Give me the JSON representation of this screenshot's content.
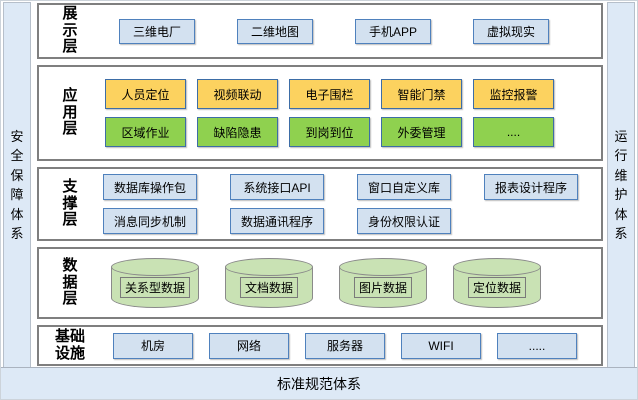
{
  "side_left": {
    "label": "安全保障体系"
  },
  "side_right": {
    "label": "运行维护体系"
  },
  "bottom_bar": {
    "label": "标准规范体系"
  },
  "layers": [
    {
      "id": "presentation",
      "label": "展示层",
      "rows": [
        [
          "三维电厂",
          "二维地图",
          "手机APP",
          "虚拟现实"
        ]
      ]
    },
    {
      "id": "application",
      "label": "应用层",
      "rows": [
        [
          "人员定位",
          "视频联动",
          "电子围栏",
          "智能门禁",
          "监控报警"
        ],
        [
          "区域作业",
          "缺陷隐患",
          "到岗到位",
          "外委管理",
          "...."
        ]
      ]
    },
    {
      "id": "support",
      "label": "支撑层",
      "rows": [
        [
          "数据库操作包",
          "系统接口API",
          "窗口自定义库",
          "报表设计程序"
        ],
        [
          "消息同步机制",
          "数据通讯程序",
          "身份权限认证"
        ]
      ]
    },
    {
      "id": "data",
      "label": "数据层",
      "cylinders": [
        "关系型数据",
        "文档数据",
        "图片数据",
        "定位数据"
      ]
    },
    {
      "id": "infrastructure",
      "label": "基础设施",
      "rows": [
        [
          "机房",
          "网络",
          "服务器",
          "WIFI",
          "....."
        ]
      ]
    }
  ],
  "colors": {
    "band_blue": "#dde9f6",
    "panel_border": "#7f7f7f",
    "box_blue_fill": "#d3e1f0",
    "box_blue_border": "#4f81bd",
    "box_yellow_fill": "#fcd25f",
    "box_green_fill": "#8fd14f",
    "cylinder_green_fill": "#c9e2b4",
    "cylinder_border": "#8a8a8a"
  }
}
